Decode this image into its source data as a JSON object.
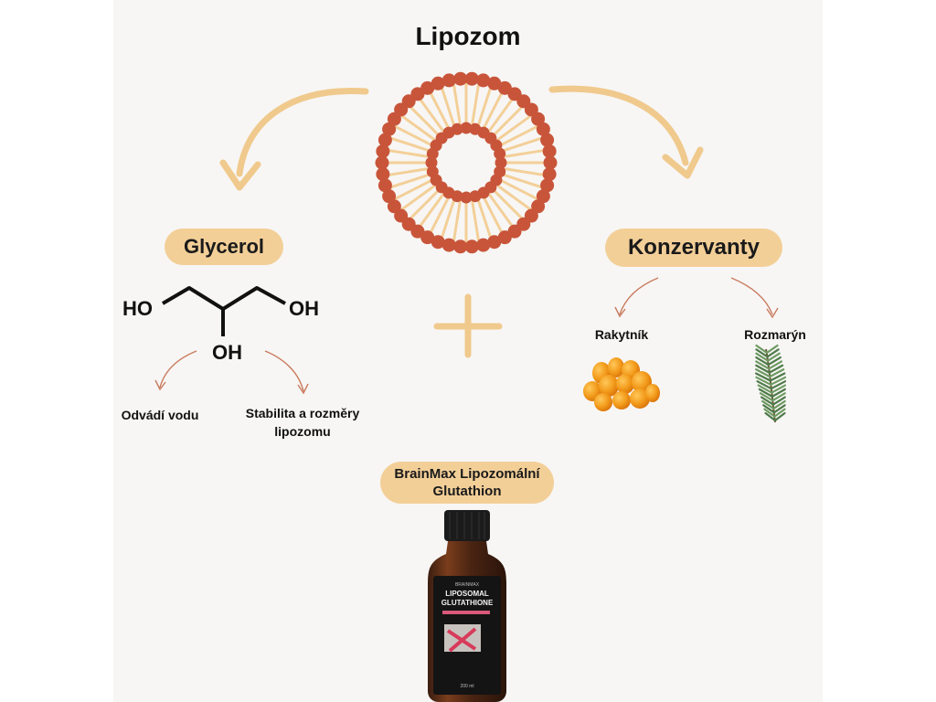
{
  "title": "Lipozom",
  "glycerol": {
    "label": "Glycerol",
    "groups": [
      "HO",
      "OH",
      "OH"
    ],
    "effects": [
      "Odvádí vodu",
      "Stabilita a rozměry",
      "lipozomu"
    ]
  },
  "konzervanty": {
    "label": "Konzervanty",
    "items": [
      "Rakytník",
      "Rozmarýn"
    ]
  },
  "product": {
    "label_line1": "BrainMax Lipozomální",
    "label_line2": "Glutathion",
    "bottle_text": {
      "brand": "BRAINMAX",
      "name1": "LIPOSOMAL",
      "name2": "GLUTATHIONE",
      "volume": "200 ml"
    }
  },
  "colors": {
    "arrow": "#f0c98d",
    "pill": "#f3cf98",
    "lipid_head": "#c8553a",
    "lipid_tail": "#f3cf98",
    "thin_arrow": "#c97a5e",
    "plus": "#f0c98d"
  }
}
